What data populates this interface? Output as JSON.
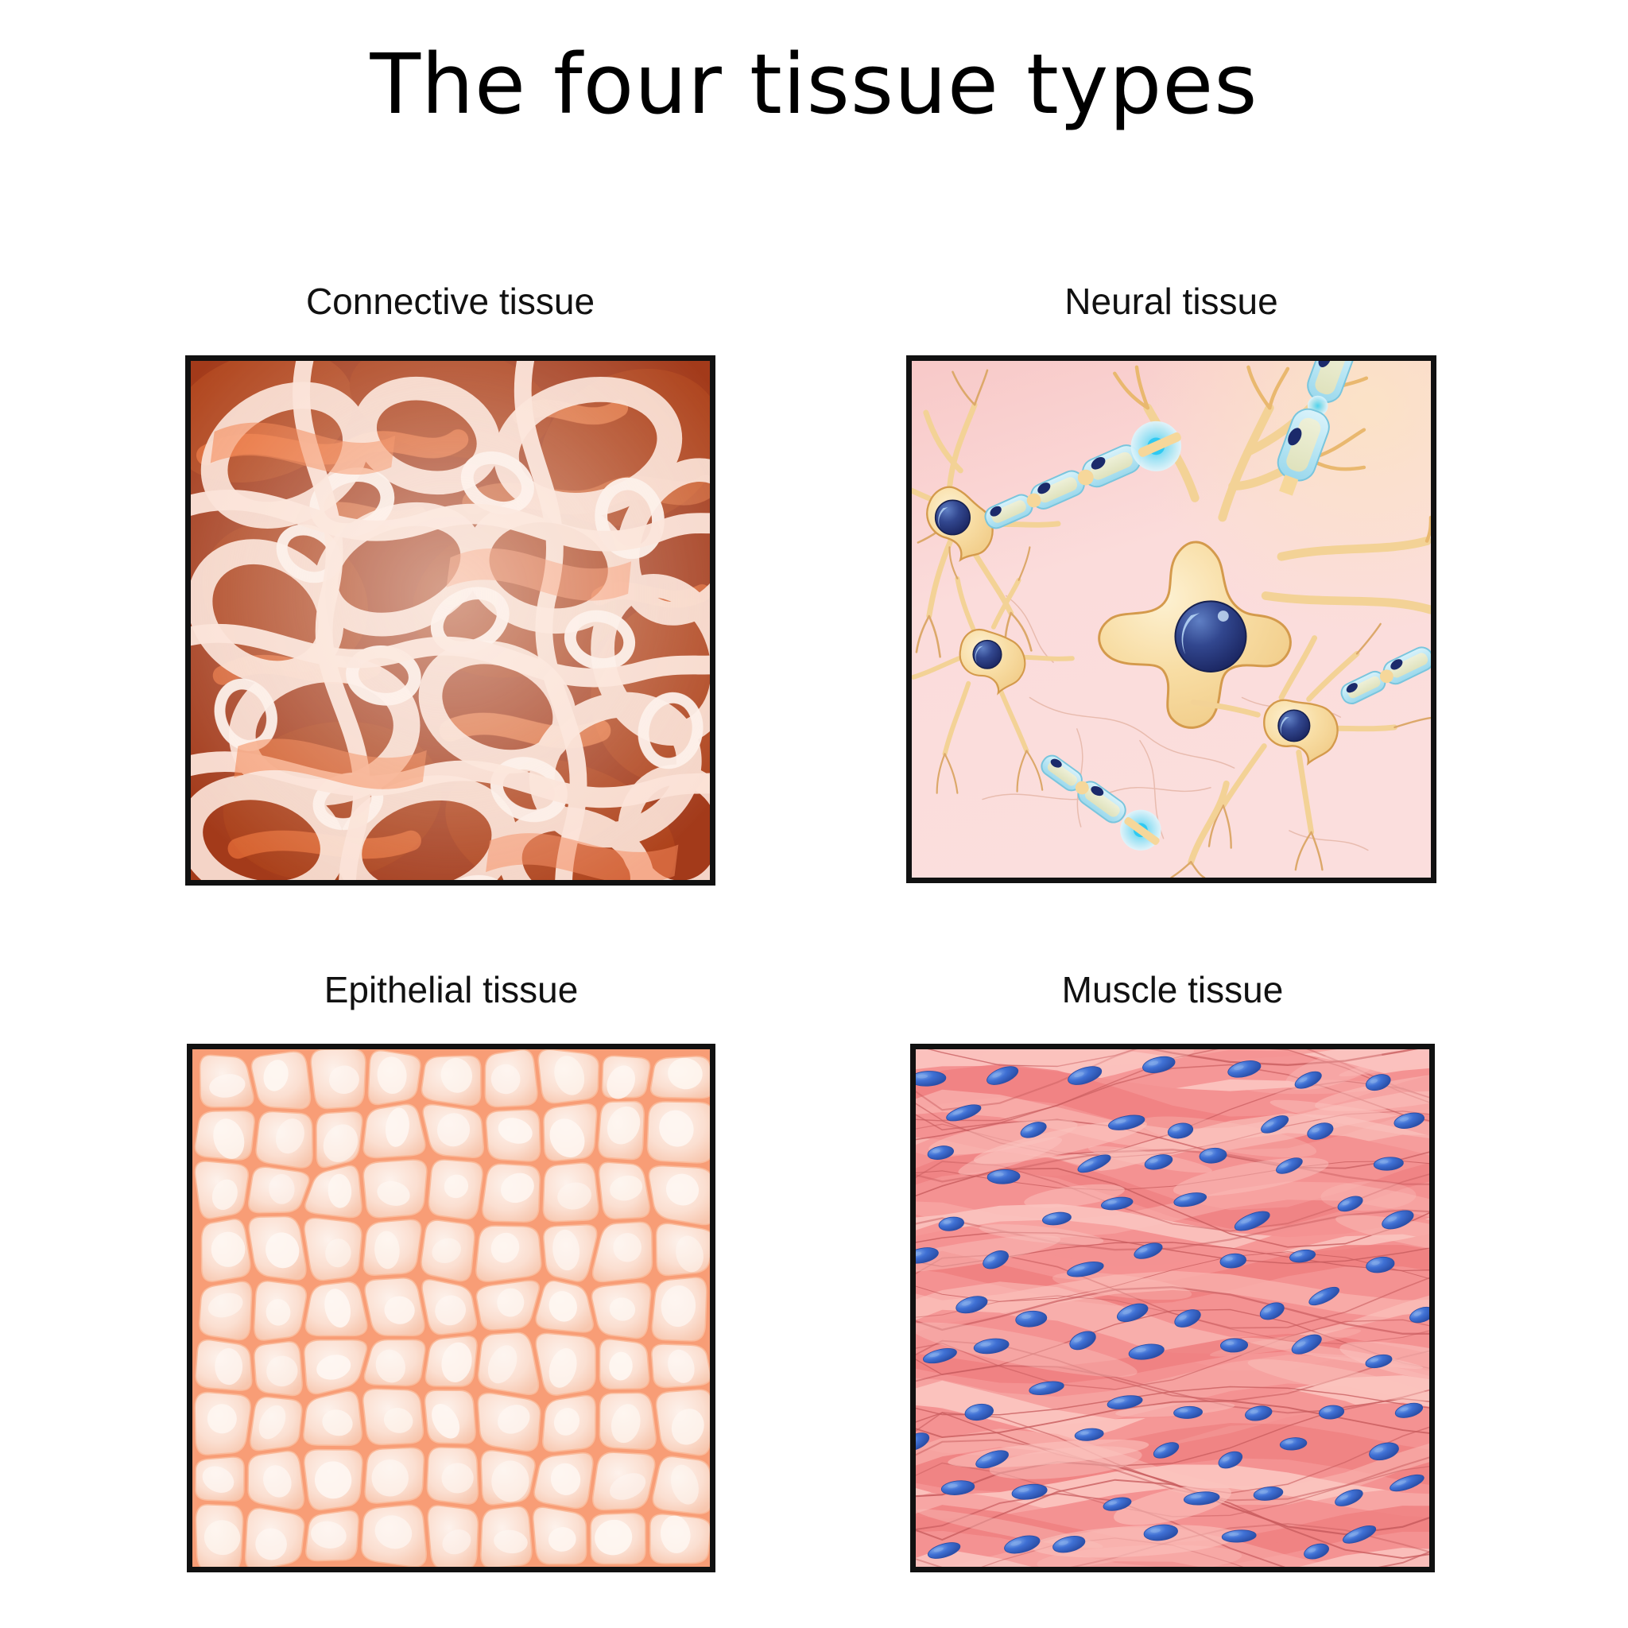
{
  "figure": {
    "title": "The four tissue types",
    "background_color": "#ffffff",
    "border_color": "#111111",
    "title_color": "#000000",
    "label_color": "#111111"
  },
  "panels": [
    {
      "key": "connective",
      "label": "Connective tissue",
      "position": "top-left",
      "description": "Loose areolar connective tissue: interwoven pale collagen and elastic fibers over a deep reddish-brown ground substance",
      "colors": {
        "background": "#a33a1a",
        "fiber_light": "#fbe2d6",
        "fiber_pale": "#fdf1ea",
        "fiber_mid": "#f7b393",
        "accent_orange": "#f2783f",
        "accent_salmon": "#f4926a",
        "shadow_dark": "#8e2f12"
      }
    },
    {
      "key": "neural",
      "label": "Neural tissue",
      "position": "top-right",
      "description": "Nervous tissue: multipolar neurons with dendrites, axons and myelin sheaths on a pink matrix",
      "colors": {
        "background_top": "#f9cfcd",
        "background_bottom": "#fbdcdb",
        "background_tint": "#fbe6d2",
        "soma": "#f7d99c",
        "soma_light": "#fdeec9",
        "soma_outline": "#d99a4a",
        "nucleus": "#2b3f87",
        "nucleus_dark": "#18245c",
        "nucleus_highlight": "#9fc4ee",
        "myelin": "#bfe9f5",
        "myelin_inner": "#e4e8c6",
        "myelin_outline": "#7ec8df",
        "schwann_nucleus": "#1b2a6b",
        "dendrite": "#eec27f"
      }
    },
    {
      "key": "epithelial",
      "label": "Epithelial tissue",
      "position": "bottom-left",
      "description": "Simple squamous / cuboidal epithelium: a cobblestone sheet of rounded polygonal cells",
      "colors": {
        "gap": "#f89d76",
        "gap_light": "#faba9a",
        "cell": "#fbddcd",
        "cell_center": "#fdf0e8",
        "cell_edge": "#f7c6ae",
        "highlight": "#fef7f2"
      }
    },
    {
      "key": "muscle",
      "label": "Muscle tissue",
      "position": "bottom-right",
      "description": "Smooth muscle: overlapping spindle-shaped fibers each with one central blue nucleus",
      "colors": {
        "background": "#f49292",
        "fiber_light": "#f8aeaa",
        "fiber_lighter": "#fbc4bf",
        "fiber_dark": "#ef7f80",
        "outline": "#c85c5e",
        "nucleus": "#3a6bd0",
        "nucleus_dark": "#2a4fa8",
        "nucleus_highlight": "#7fa8e8"
      }
    }
  ]
}
